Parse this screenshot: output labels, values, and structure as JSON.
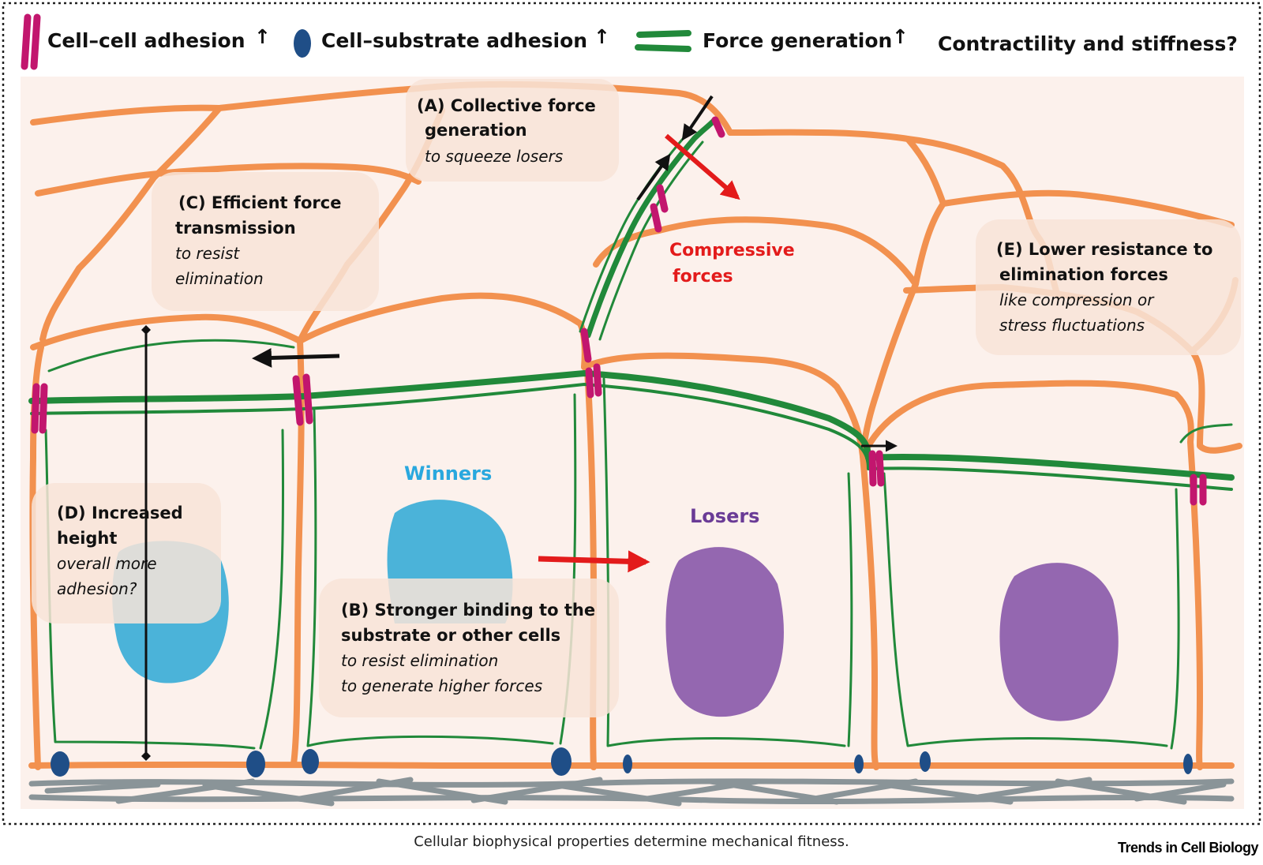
{
  "legend": {
    "cell_cell": "Cell–cell adhesion",
    "cell_substrate": "Cell–substrate adhesion",
    "force_generation": "Force generation",
    "contractility": "Contractility and stiffness?",
    "increase_symbol": "↑"
  },
  "panels": {
    "a": {
      "title1": "(A) Collective force",
      "title2": "generation",
      "desc": "to squeeze losers"
    },
    "b": {
      "title1": "(B) Stronger binding to the",
      "title2": "substrate or other cells",
      "desc1": "to resist elimination",
      "desc2": "to generate higher forces"
    },
    "c": {
      "title1": "(C) Efficient force",
      "title2": "transmission",
      "desc1": "to resist",
      "desc2": "elimination"
    },
    "d": {
      "title1": "(D) Increased",
      "title2": "height",
      "desc1": "overall more",
      "desc2": "adhesion?"
    },
    "e": {
      "title1": "(E) Lower resistance to",
      "title2": "elimination forces",
      "desc1": "like compression or",
      "desc2": "stress fluctuations"
    }
  },
  "cells": {
    "winners": "Winners",
    "losers": "Losers"
  },
  "forces": {
    "line1": "Compressive",
    "line2": "forces"
  },
  "caption": "Cellular biophysical properties determine mechanical fitness.",
  "journal": "Trends in Cell Biology",
  "colors": {
    "orange_membrane": "#f2914f",
    "green_actin": "#21893a",
    "magenta_adhesion": "#c2166e",
    "navy_focal_adhesion": "#1f4e87",
    "winner_nucleus": "#4bb3d9",
    "loser_nucleus": "#9467b0",
    "compressive_red": "#e31b1b",
    "substrate_gray": "#8a9498",
    "background_peach": "#fcf1ec"
  }
}
